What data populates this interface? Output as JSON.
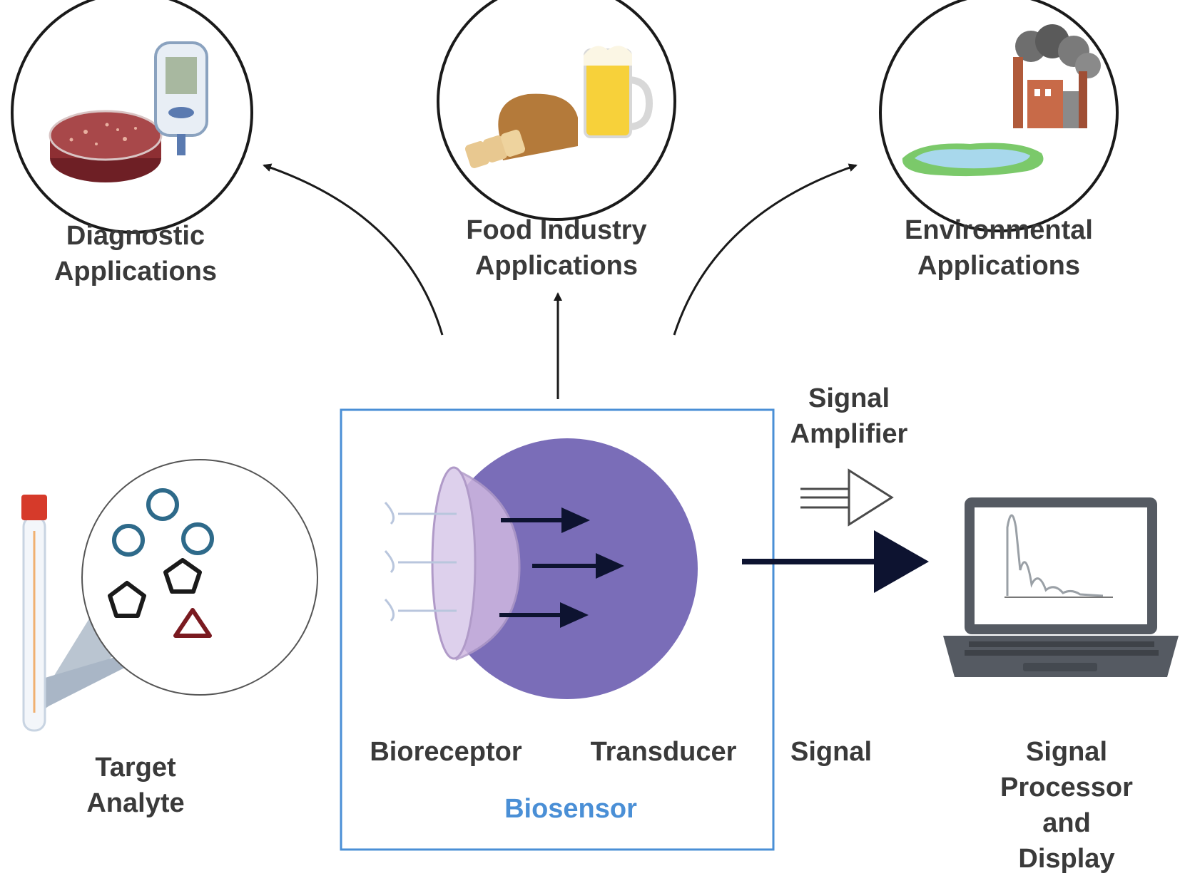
{
  "applications": [
    {
      "id": "diagnostic",
      "lines": [
        "Diagnostic",
        "Applications"
      ]
    },
    {
      "id": "food",
      "lines": [
        "Food Industry",
        "Applications"
      ]
    },
    {
      "id": "environmental",
      "lines": [
        "Environmental",
        "Applications"
      ]
    }
  ],
  "target": {
    "lines": [
      "Target",
      "Analyte"
    ]
  },
  "biosensor": {
    "bioreceptor_label": "Bioreceptor",
    "transducer_label": "Transducer",
    "title": "Biosensor"
  },
  "amplifier": {
    "lines": [
      "Signal",
      "Amplifier"
    ]
  },
  "signal_label": "Signal",
  "processor": {
    "lines": [
      "Signal",
      "Processor",
      "and",
      "Display"
    ]
  },
  "colors": {
    "transducer": "#7a6db8",
    "bioreceptor": "#c9b3dc",
    "biosensor_border": "#4a8fd6",
    "arrow_dark": "#0d1330",
    "text": "#3a3a3a"
  }
}
